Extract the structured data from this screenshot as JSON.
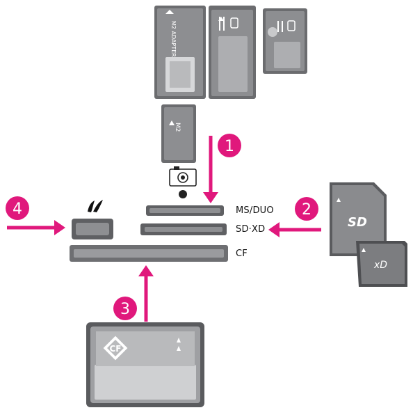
{
  "colors": {
    "accent": "#e0187c",
    "card_dark": "#5a5b5e",
    "card_mid": "#8a8b8e",
    "card_light": "#c8c9cb",
    "slot": "#707174"
  },
  "slots": {
    "ms_duo": "MS/DUO",
    "sd_xd": "SD·XD",
    "cf": "CF"
  },
  "steps": [
    "1",
    "2",
    "3",
    "4"
  ],
  "cards": {
    "m2_adapter_label": "M2 ADAPTER",
    "m2_label": "M2",
    "sd_logo": "SD",
    "xd_logo": "xD",
    "cf_logo": "CF"
  },
  "icons": {
    "camera": "camera-icon",
    "pictbridge": "pictbridge-icon"
  }
}
